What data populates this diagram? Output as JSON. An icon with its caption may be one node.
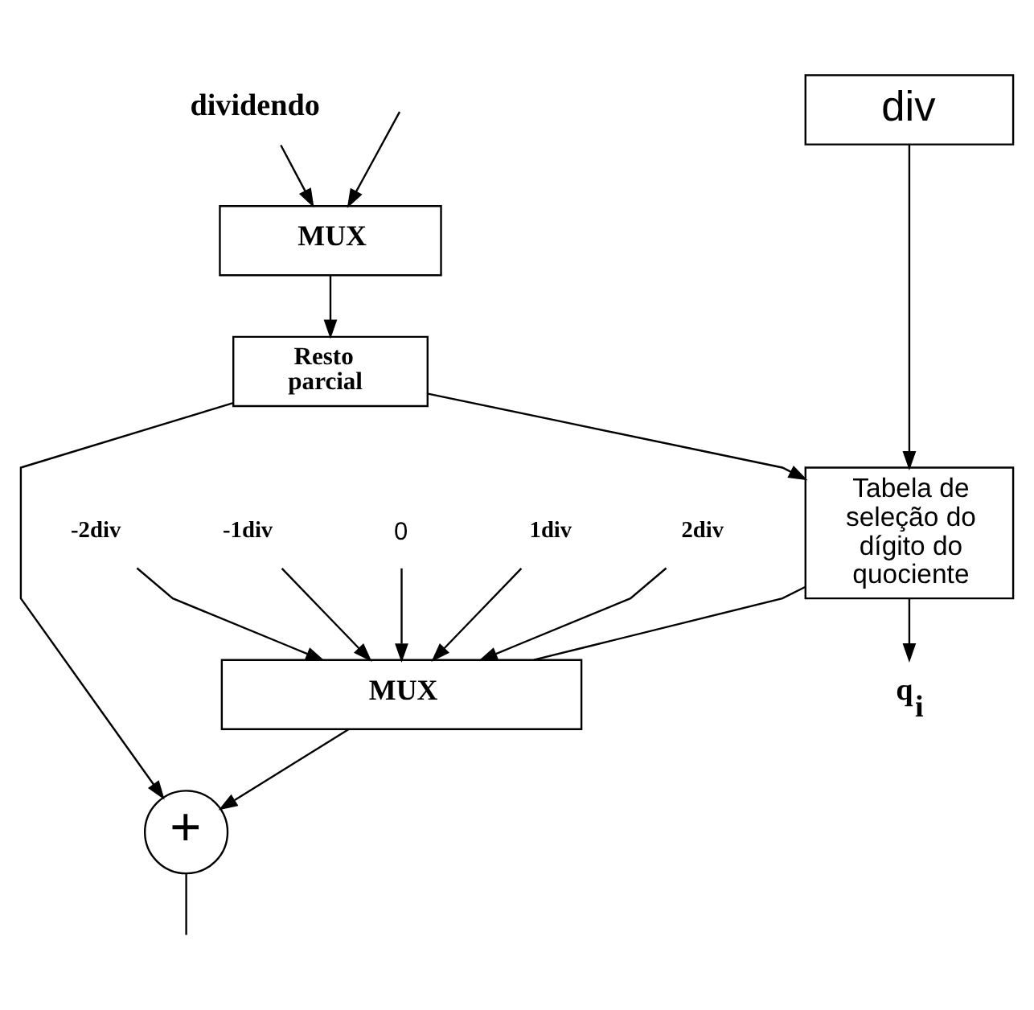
{
  "diagram": {
    "nodes": [
      {
        "text": [
          "dividendo"
        ]
      },
      {
        "text": [
          "MUX"
        ]
      },
      {
        "text": [
          "Resto parcial"
        ]
      },
      {
        "text": [
          "div"
        ]
      },
      {
        "text": [
          "Tabela de seleção do dígito do quociente"
        ]
      },
      {
        "text": [
          "-2div"
        ]
      },
      {
        "text": [
          "-1div"
        ]
      },
      {
        "text": [
          "0"
        ]
      },
      {
        "text": [
          "1div"
        ]
      },
      {
        "text": [
          "2div"
        ]
      },
      {
        "text": [
          "MUX"
        ]
      },
      {
        "text": [
          "+"
        ]
      },
      {
        "text": [
          "q$_{i}$"
        ]
      }
    ],
    "edges": [
      {
        "from": 0,
        "to": 1,
        "arrow": "to"
      },
      {
        "from": null,
        "to": 1,
        "arrow": "to"
      },
      {
        "from": 1,
        "to": 2,
        "arrow": "to"
      },
      {
        "from": 3,
        "to": 4,
        "arrow": "to"
      },
      {
        "from": 2,
        "to": 4,
        "arrow": "to"
      },
      {
        "from": 2,
        "to": 11,
        "arrow": "to"
      },
      {
        "from": 4,
        "to": 12,
        "arrow": "to"
      },
      {
        "from": 4,
        "to": 10,
        "arrow": "none"
      },
      {
        "from": 5,
        "to": 10,
        "arrow": "to"
      },
      {
        "from": 6,
        "to": 10,
        "arrow": "to"
      },
      {
        "from": 7,
        "to": 10,
        "arrow": "to"
      },
      {
        "from": 8,
        "to": 10,
        "arrow": "to"
      },
      {
        "from": 9,
        "to": 10,
        "arrow": "to"
      },
      {
        "from": 10,
        "to": 11,
        "arrow": "to"
      },
      {
        "from": 11,
        "to": null,
        "arrow": "none"
      }
    ]
  }
}
